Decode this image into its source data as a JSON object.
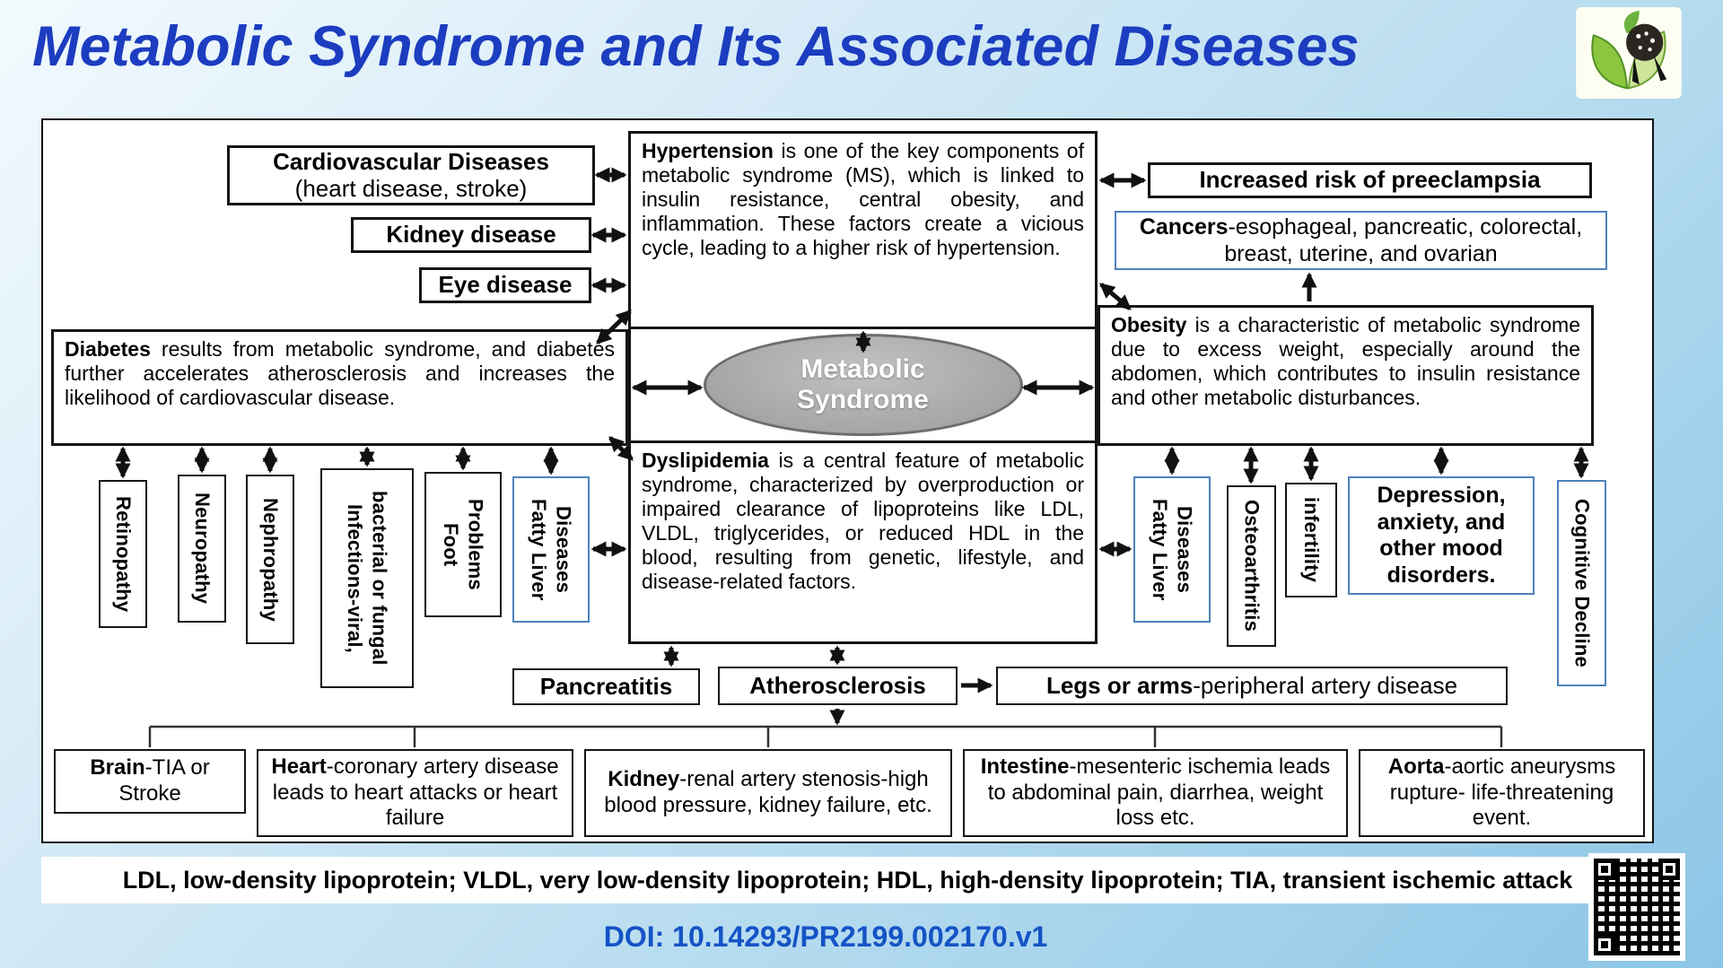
{
  "colors": {
    "title_blue": "#1c3dc0",
    "doi_blue": "#1553c6",
    "blue_border": "#4f81bd",
    "ellipse_fill": "#a6a6a6"
  },
  "header": {
    "title": "Metabolic Syndrome and Its Associated Diseases"
  },
  "diagram": {
    "metabolic_syndrome": {
      "line1": "Metabolic",
      "line2": "Syndrome"
    },
    "cardiovascular": {
      "title": "Cardiovascular Diseases",
      "subtitle": "(heart disease, stroke)"
    },
    "kidney_disease": {
      "label": "Kidney disease"
    },
    "eye_disease": {
      "label": "Eye disease"
    },
    "hypertension": {
      "lead": "Hypertension",
      "rest": " is one of the key components of metabolic syndrome (MS), which is linked to insulin resistance, central obesity, and inflammation. These factors create a vicious cycle, leading to a higher risk of hypertension."
    },
    "preeclampsia": {
      "label": "Increased risk of preeclampsia"
    },
    "cancers": {
      "lead": "Cancers",
      "rest": "-esophageal, pancreatic, colorectal, breast, uterine, and ovarian"
    },
    "obesity": {
      "lead": "Obesity",
      "rest": " is a characteristic of metabolic syndrome due to excess weight, especially around the abdomen, which contributes to insulin resistance and other metabolic disturbances."
    },
    "diabetes": {
      "lead": "Diabetes",
      "rest": " results from metabolic syndrome, and diabetes further accelerates atherosclerosis and increases the likelihood of cardiovascular disease."
    },
    "dyslipidemia": {
      "lead": "Dyslipidemia",
      "rest": " is a central feature of metabolic syndrome, characterized by overproduction or impaired clearance of lipoproteins like LDL, VLDL, triglycerides, or reduced HDL in the blood, resulting from genetic, lifestyle, and disease-related factors."
    },
    "diabetes_complications": [
      "Retinopathy",
      "Neuropathy",
      "Nephropathy",
      "Infections-viral, bacterial or fungal",
      "Foot Problems",
      "Fatty Liver Diseases"
    ],
    "obesity_complications": {
      "fatty_liver": "Fatty Liver Diseases",
      "osteoarthritis": "Osteoarthritis",
      "infertility": "infertility",
      "depression": "Depression, anxiety, and other mood disorders.",
      "cognitive": "Cognitive Decline"
    },
    "pancreatitis": {
      "label": "Pancreatitis"
    },
    "atherosclerosis": {
      "label": "Atherosclerosis"
    },
    "peripheral_artery": {
      "lead": "Legs or arms",
      "rest": "-peripheral artery disease"
    },
    "atherosclerosis_outcomes": [
      {
        "lead": "Brain",
        "rest": "-TIA or Stroke"
      },
      {
        "lead": "Heart",
        "rest": "-coronary artery disease leads to heart attacks or heart failure"
      },
      {
        "lead": "Kidney",
        "rest": "-renal artery stenosis-high blood pressure, kidney failure, etc."
      },
      {
        "lead": "Intestine",
        "rest": "-mesenteric ischemia leads to abdominal pain, diarrhea, weight loss etc."
      },
      {
        "lead": "Aorta",
        "rest": "-aortic aneurysms rupture- life-threatening event."
      }
    ]
  },
  "footer": {
    "abbreviations": "LDL, low-density lipoprotein; VLDL, very low-density lipoprotein; HDL, high-density lipoprotein; TIA, transient ischemic attack",
    "doi": "DOI: 10.14293/PR2199.002170.v1"
  }
}
